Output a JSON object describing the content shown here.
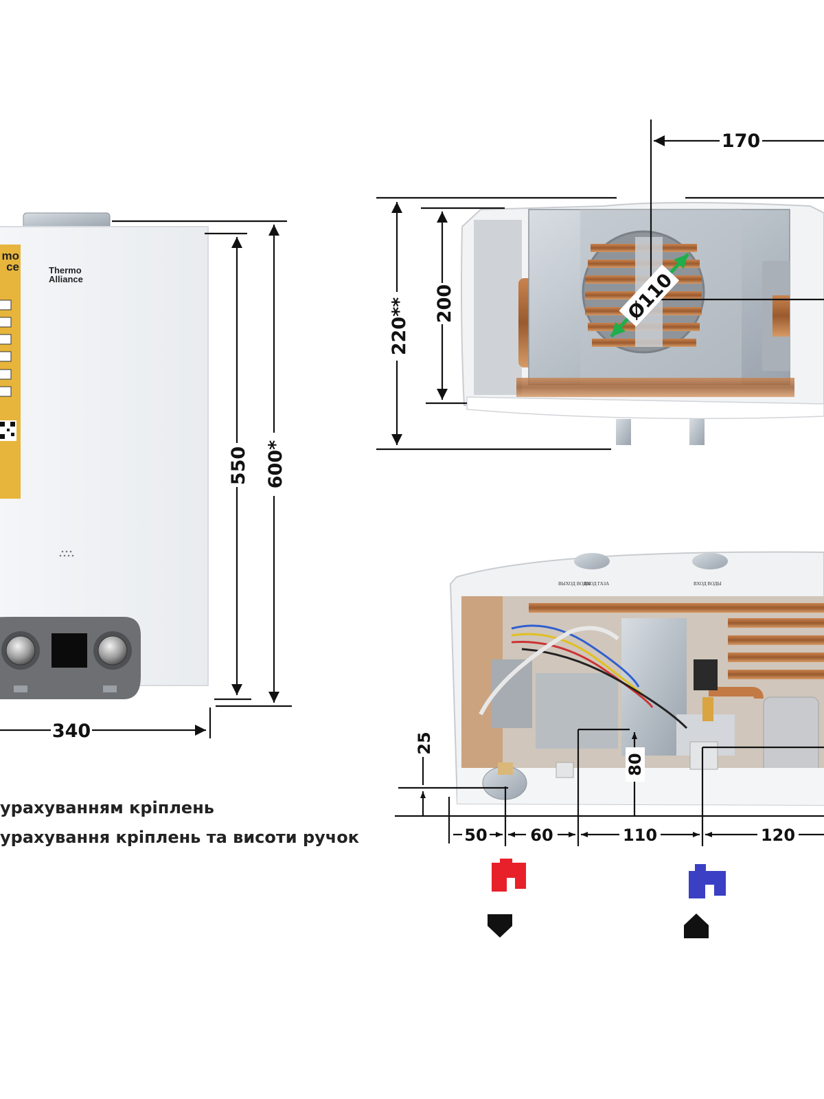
{
  "dimensions": {
    "width": "340",
    "height_body": "550",
    "height_total": "600*",
    "depth_top_total": "220**",
    "depth_top_body": "200",
    "flue_diameter": "Ø110",
    "flue_offset": "170",
    "bottom_height_pipe": "25",
    "bottom_height_gas": "80",
    "spacing_1": "50",
    "spacing_2": "60",
    "spacing_3": "110",
    "spacing_4": "120"
  },
  "brand": {
    "line1": "Thermo",
    "line2": "Alliance"
  },
  "sticker": {
    "line1": "mo",
    "line2": "ce"
  },
  "notes": {
    "note1": "урахуванням кріплень",
    "note2": "урахування кріплень та висоти ручок"
  },
  "labels": {
    "gas_inlet": "ВХОД ГАЗА",
    "water_inlet": "ВХОД ВОДЫ",
    "water_outlet": "ВЫХОД ВОДЫ"
  },
  "colors": {
    "hot_tap": "#e8202a",
    "cold_tap": "#3a3fc4",
    "flue_arrow": "#1fae4b",
    "sticker": "#e7b53b"
  },
  "icons": {
    "hot_water": "red-tap-icon",
    "cold_water": "blue-tap-icon",
    "outlet_direction": "arrow-down-icon",
    "inlet_direction": "arrow-up-icon"
  }
}
